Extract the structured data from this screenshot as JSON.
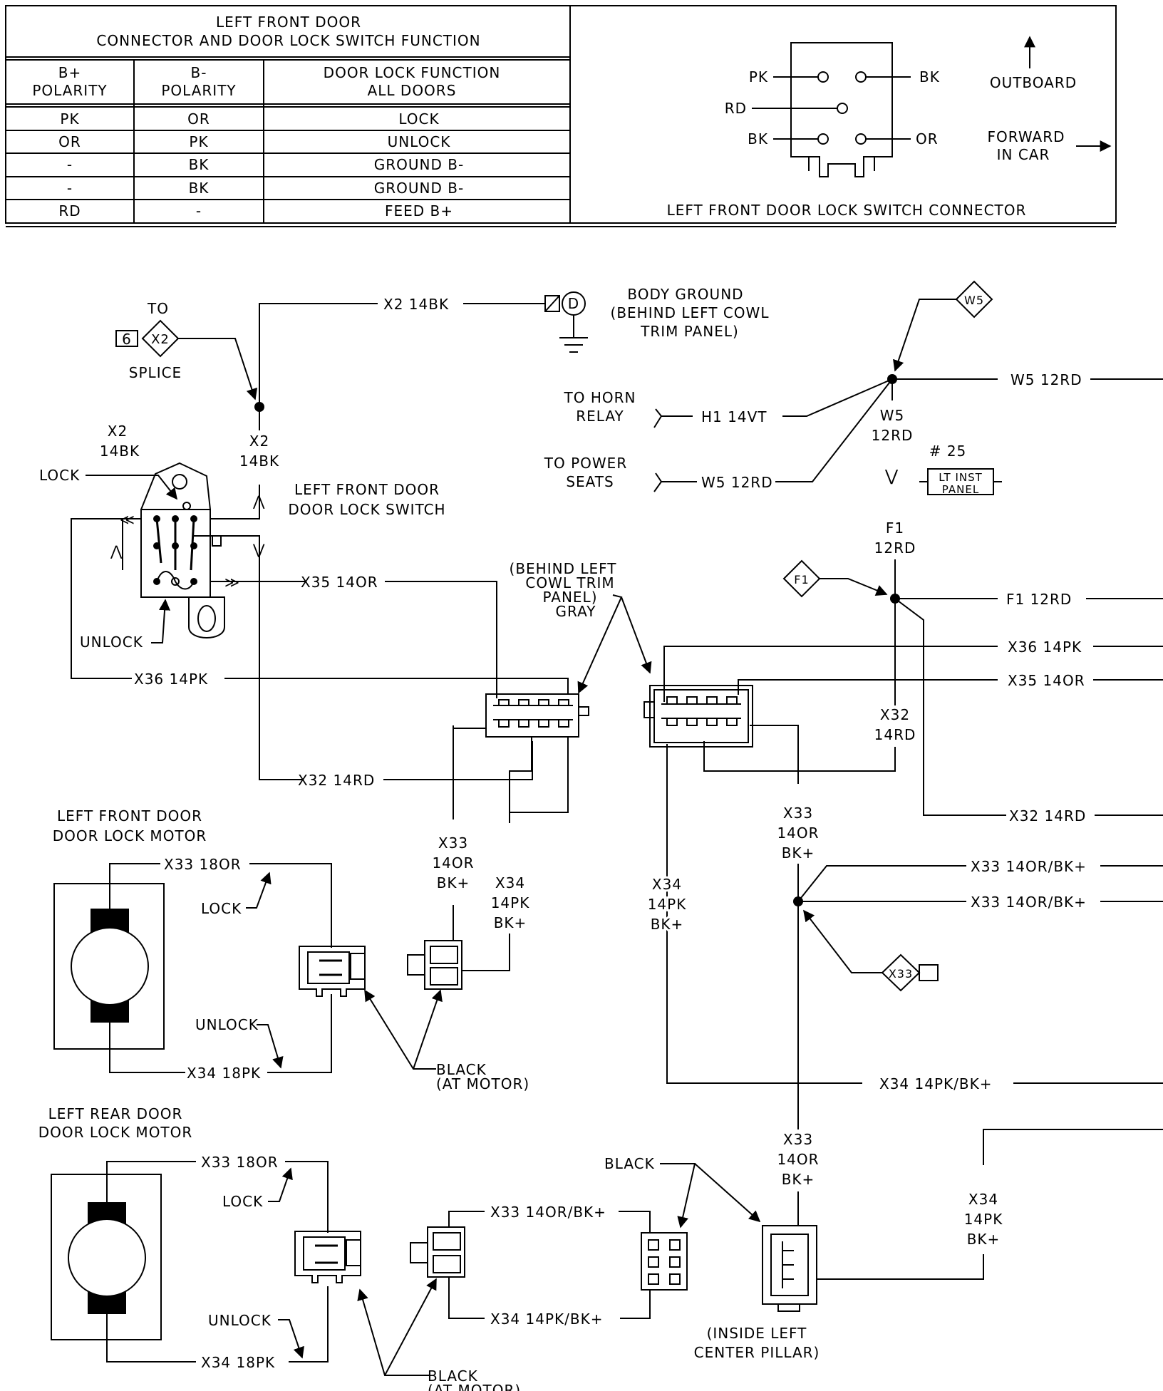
{
  "table": {
    "title_line1": "LEFT FRONT DOOR",
    "title_line2": "CONNECTOR AND DOOR LOCK SWITCH FUNCTION",
    "headers": [
      [
        "B+",
        "POLARITY"
      ],
      [
        "B-",
        "POLARITY"
      ],
      [
        "DOOR LOCK FUNCTION",
        "ALL DOORS"
      ]
    ],
    "rows": [
      [
        "PK",
        "OR",
        "LOCK"
      ],
      [
        "OR",
        "PK",
        "UNLOCK"
      ],
      [
        "-",
        "BK",
        "GROUND B-"
      ],
      [
        "-",
        "BK",
        "GROUND B-"
      ],
      [
        "RD",
        "-",
        "FEED B+"
      ]
    ]
  },
  "connector_view": {
    "pins": {
      "pk": "PK",
      "bk_top": "BK",
      "rd": "RD",
      "bk_bottom": "BK",
      "or": "OR"
    },
    "outboard": "OUTBOARD",
    "forward_line1": "FORWARD",
    "forward_line2": "IN CAR",
    "caption": "LEFT FRONT DOOR LOCK SWITCH CONNECTOR"
  },
  "labels": {
    "to": "TO",
    "splice_num": "6",
    "splice_id": "X2",
    "splice": "SPLICE",
    "x2_14bk_top": "X2  14BK",
    "body_ground_1": "BODY GROUND",
    "body_ground_2": "(BEHIND LEFT COWL",
    "body_ground_3": "TRIM PANEL)",
    "x2_left": "X2",
    "x2_left_gauge": "14BK",
    "x2_right": "X2",
    "x2_right_gauge": "14BK",
    "lock": "LOCK",
    "unlock": "UNLOCK",
    "switch_1": "LEFT FRONT DOOR",
    "switch_2": "DOOR LOCK SWITCH",
    "x35_14or": "X35  14OR",
    "x36_14pk": "X36  14PK",
    "x32_14rd": "X32  14RD",
    "to_horn_1": "TO HORN",
    "to_horn_2": "RELAY",
    "h1_14vt": "H1  14VT",
    "to_power_1": "TO POWER",
    "to_power_2": "SEATS",
    "w5_12rd_seats": "W5  12RD",
    "w5_diamond": "W5",
    "w5_12rd_right": "W5  12RD",
    "w5_vert_1": "W5",
    "w5_vert_2": "12RD",
    "fuse_num": "# 25",
    "lt_inst_1": "LT INST",
    "lt_inst_2": "PANEL",
    "f1_vert_1": "F1",
    "f1_vert_2": "12RD",
    "f1_diamond": "F1",
    "f1_12rd_right": "F1  12RD",
    "cowl_1": "(BEHIND LEFT",
    "cowl_2": "COWL TRIM",
    "cowl_3": "PANEL)",
    "cowl_4": "GRAY",
    "x36_14pk_right": "X36  14PK",
    "x35_14or_right": "X35  14OR",
    "x32_vert_1": "X32",
    "x32_vert_2": "14RD",
    "x32_14rd_right": "X32  14RD",
    "lf_motor_1": "LEFT FRONT DOOR",
    "lf_motor_2": "DOOR LOCK MOTOR",
    "x33_18or_a": "X33  18OR",
    "lock_a": "LOCK",
    "unlock_a": "UNLOCK",
    "x34_18pk_a": "X34  18PK",
    "x33_a_1": "X33",
    "x33_a_2": "14OR",
    "x33_a_3": "BK+",
    "x34_a_1": "X34",
    "x34_a_2": "14PK",
    "x34_a_3": "BK+",
    "black_a_1": "BLACK",
    "black_a_2": "(AT MOTOR)",
    "x34_b_1": "X34",
    "x34_b_2": "14PK",
    "x34_b_3": "BK+",
    "x33_b_1": "X33",
    "x33_b_2": "14OR",
    "x33_b_3": "BK+",
    "x33_14or_bk_1": "X33  14OR/BK+",
    "x33_14or_bk_2": "X33  14OR/BK+",
    "x33_diamond": "X33",
    "x34_14pk_bk_right": "X34  14PK/BK+",
    "lr_motor_1": "LEFT REAR DOOR",
    "lr_motor_2": "DOOR LOCK MOTOR",
    "x33_18or_b": "X33  18OR",
    "lock_b": "LOCK",
    "unlock_b": "UNLOCK",
    "x34_18pk_b": "X34  18PK",
    "x33_14or_bk_rear": "X33  14OR/BK+",
    "x34_14pk_bk_rear": "X34  14PK/BK+",
    "black_rear": "BLACK",
    "x33_c_1": "X33",
    "x33_c_2": "14OR",
    "x33_c_3": "BK+",
    "x34_c_1": "X34",
    "x34_c_2": "14PK",
    "x34_c_3": "BK+",
    "black_b_1": "BLACK",
    "black_b_2": "(AT MOTOR)",
    "pillar_1": "(INSIDE LEFT",
    "pillar_2": "CENTER PILLAR)"
  }
}
